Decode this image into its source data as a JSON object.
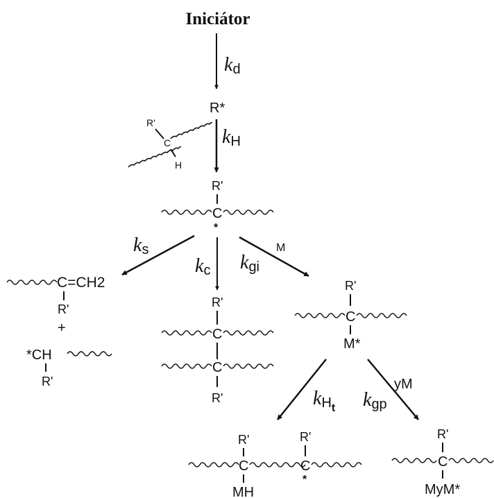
{
  "title": "Iniciátor",
  "rates": {
    "kd": {
      "k": "k",
      "sub": "d"
    },
    "kH": {
      "k": "k",
      "sub": "H"
    },
    "ks": {
      "k": "k",
      "sub": "s"
    },
    "kc": {
      "k": "k",
      "sub": "c"
    },
    "kgi": {
      "k": "k",
      "sub": "gi",
      "above": "M"
    },
    "kHt": {
      "k": "k",
      "sub": "H",
      "subsub": "t"
    },
    "kgp": {
      "k": "k",
      "sub": "gp",
      "above": "yM"
    }
  },
  "species": {
    "radical": "R*",
    "chain_substituent": "R'",
    "chain_carbon": "C",
    "chain_hydrogen": "H",
    "radical_star": "*",
    "alkene_group": "C=CH2",
    "plus": "+",
    "ch_radical": "*CH",
    "monomer_star": "M*",
    "graft_h": "MH",
    "graft_yM": "MyM*"
  }
}
